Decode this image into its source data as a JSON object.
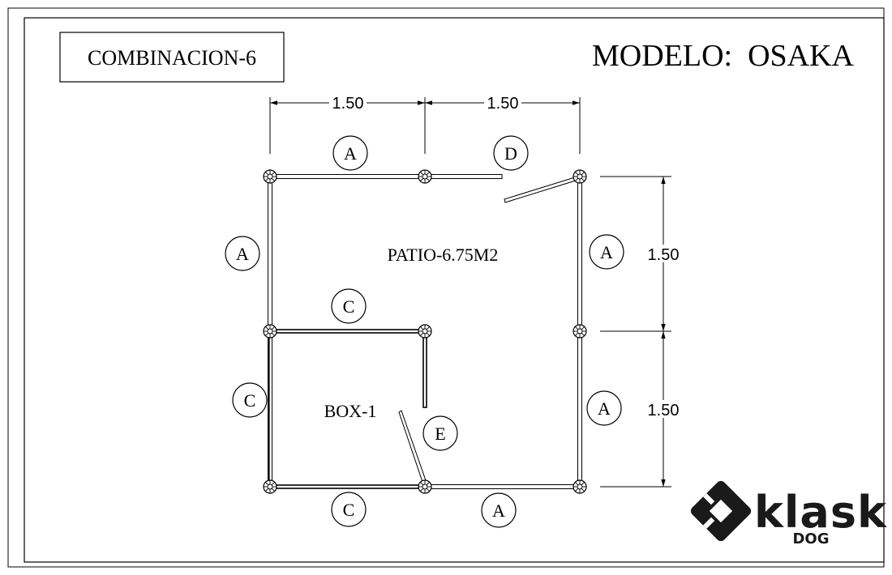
{
  "title_box": "COMBINACION-6",
  "model_title": "MODELO:  OSAKA",
  "dimensions": {
    "top_left": "1.50",
    "top_right": "1.50",
    "right_upper": "1.50",
    "right_lower": "1.50"
  },
  "areas": {
    "patio": "PATIO-6.75M2",
    "box": "BOX-1"
  },
  "panel_tags": {
    "top_left": "A",
    "top_right": "D",
    "left_upper": "A",
    "right_upper": "A",
    "interior_top": "C",
    "left_lower": "C",
    "right_lower": "A",
    "box_door": "E",
    "bottom_left": "C",
    "bottom_right": "A"
  },
  "logo": {
    "brand": "klask",
    "sub": "DOG"
  },
  "colors": {
    "line": "#000000",
    "background": "#ffffff",
    "logo": "#1a1a1a"
  }
}
